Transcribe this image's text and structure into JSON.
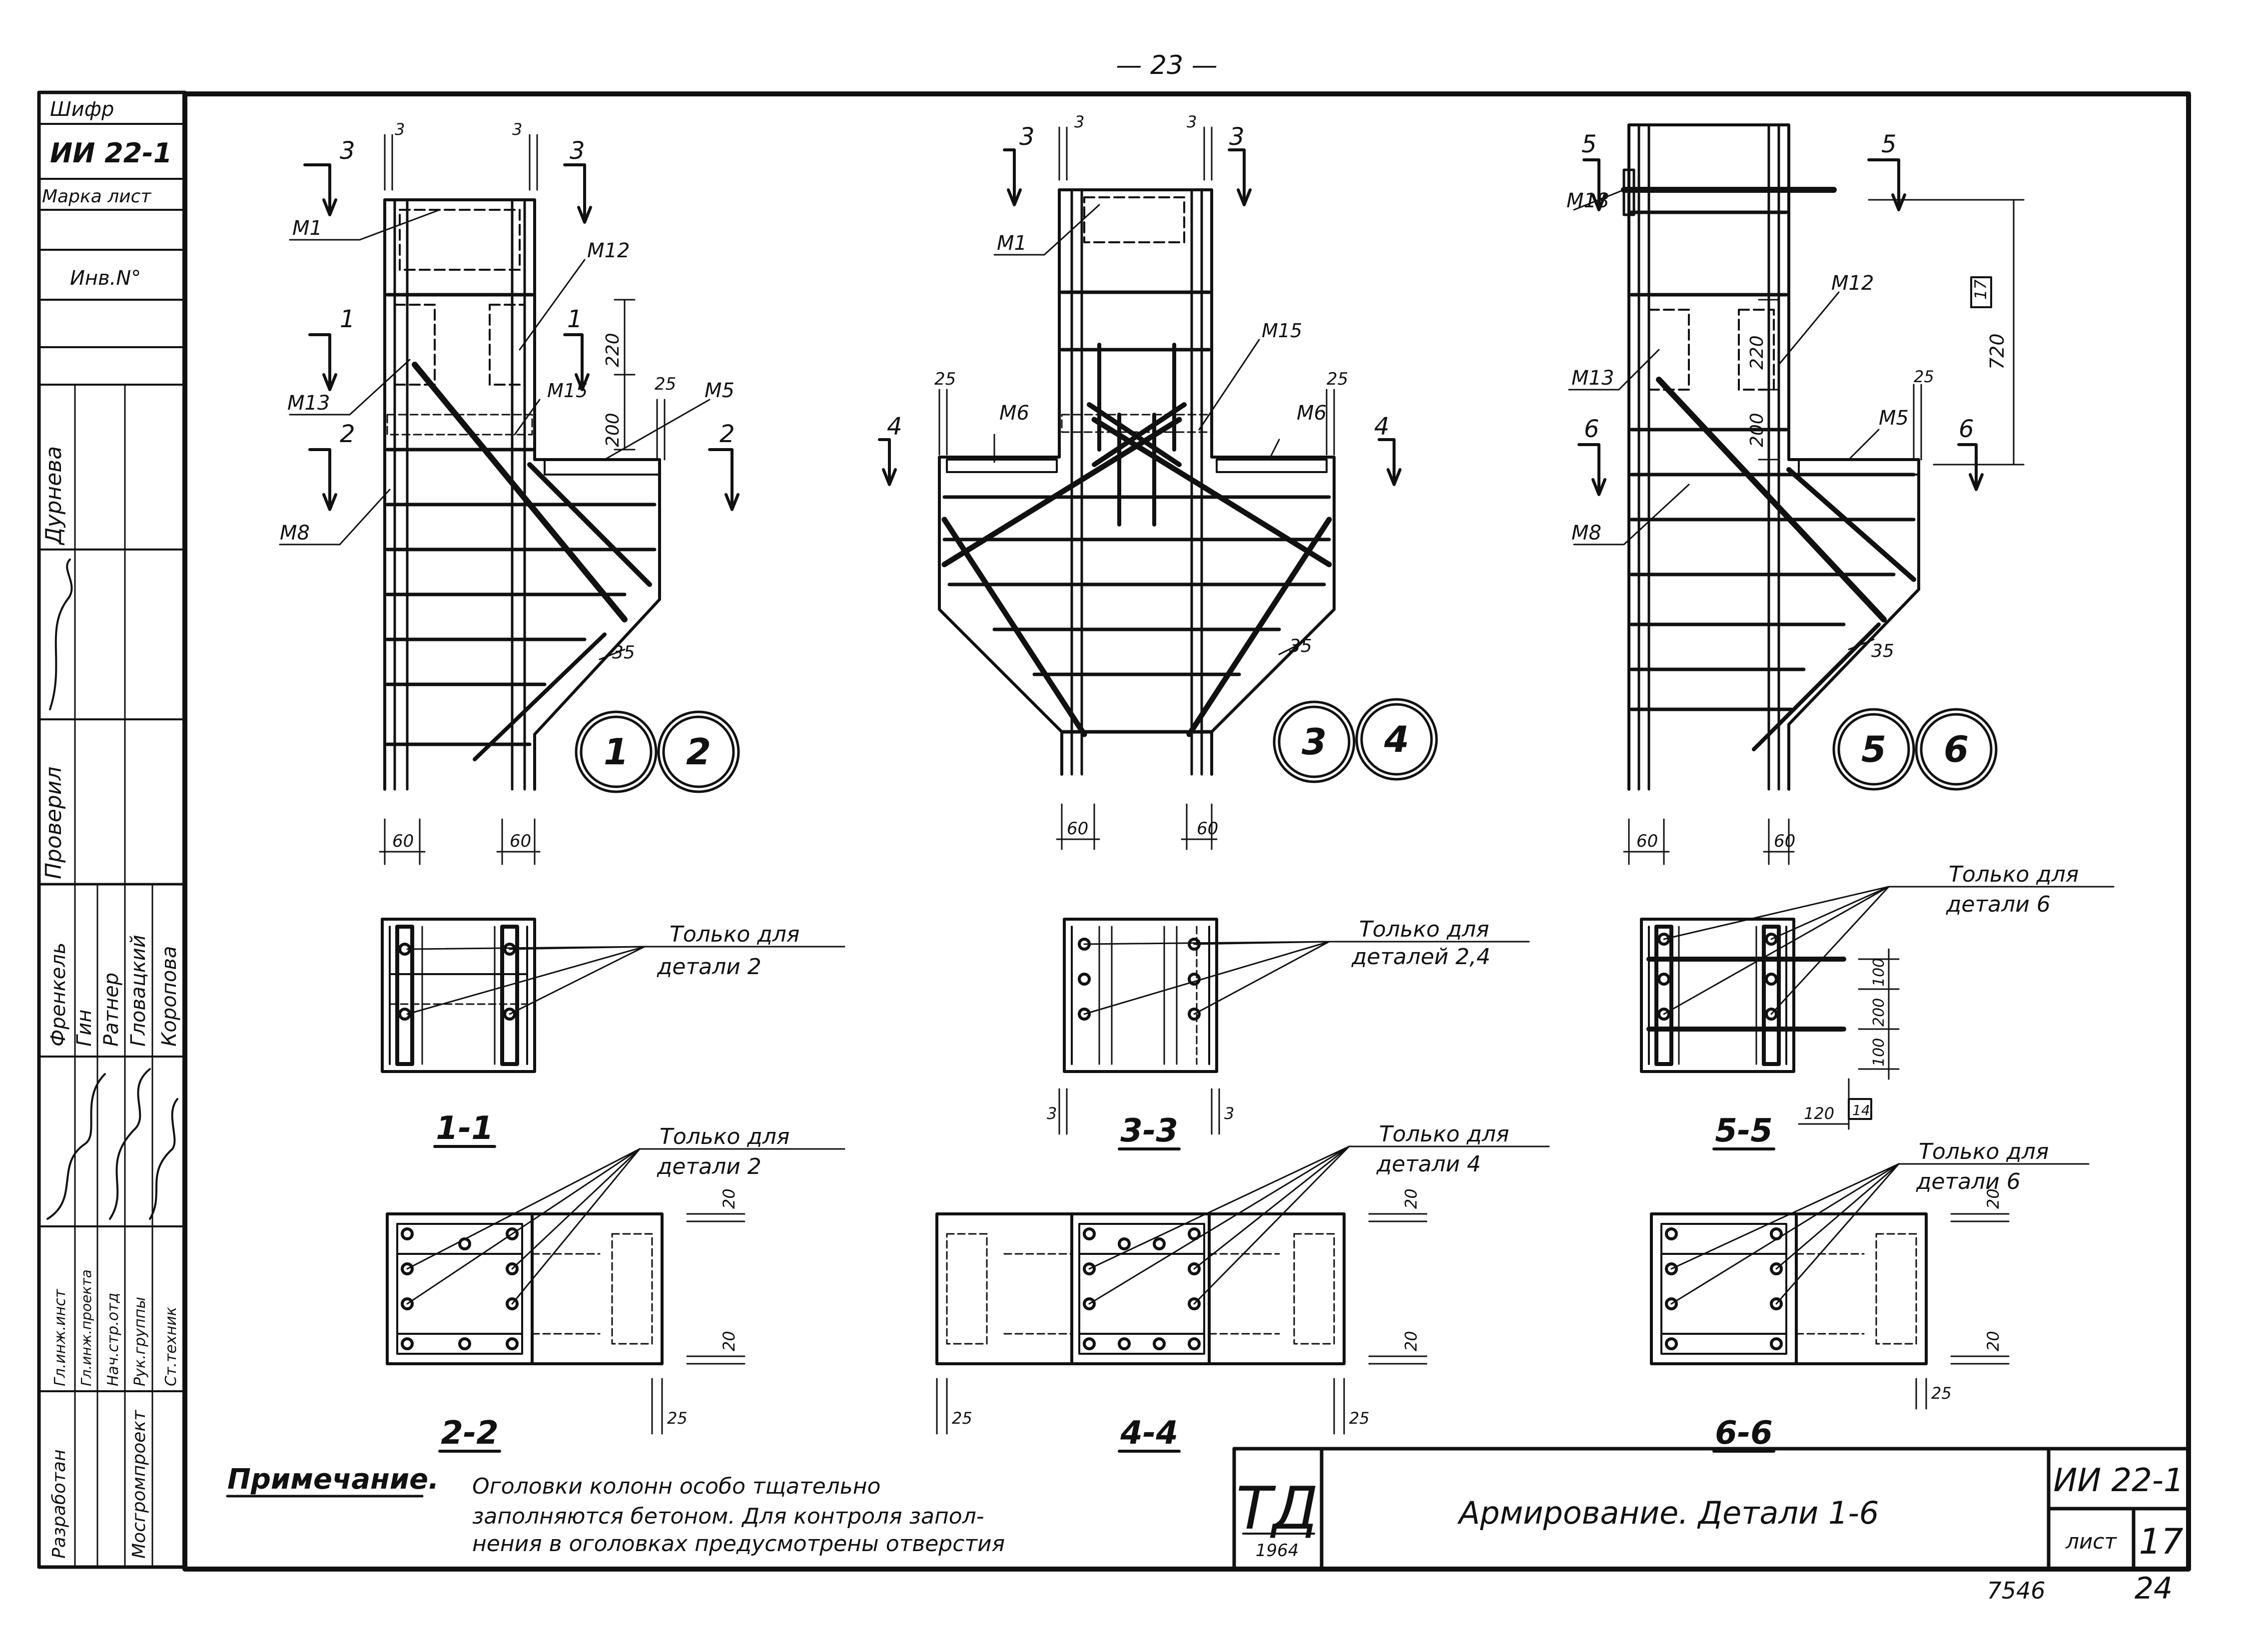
{
  "page_number": "— 23 —",
  "side_stamp": {
    "shifr_label": "Шифр",
    "shifr_value": "ИИ 22-1",
    "marka_list": "Марка лист",
    "inv_no": "Инв.N°",
    "roles": [
      "Гл.инж.инст",
      "Гл.инж.проекта",
      "Нач.стр.отд",
      "Рук.группы",
      "Ст.техник"
    ],
    "names": [
      "Френкель",
      "Гин",
      "Ратнер",
      "Гловацкий",
      "Коропова"
    ],
    "razrabotan": "Разработан",
    "org": "Мосгромпроект",
    "proveril": "Проверил",
    "dyrneva": "Дурнева"
  },
  "note": {
    "title": "Примечание.",
    "line1": "Оголовки колонн особо тщательно",
    "line2": "заполняются бетоном. Для контроля запол-",
    "line3": "нения в оголовках предусмотрены отверстия"
  },
  "title_block": {
    "logo": "ТД",
    "year": "1964",
    "title": "Армирование. Детали 1-6",
    "code": "ИИ 22-1",
    "list_label": "лист",
    "list_no": "17",
    "bottom_left": "7546",
    "bottom_right": "24"
  },
  "details": {
    "d1": "1",
    "d2": "2",
    "d3": "3",
    "d4": "4",
    "d5": "5",
    "d6": "6"
  },
  "marks": {
    "m1": "М1",
    "m12": "М12",
    "m13": "М13",
    "m15": "М15",
    "m5": "М5",
    "m6": "М6",
    "m8": "М8",
    "m18": "М18"
  },
  "dims": {
    "d3": "3",
    "d220": "220",
    "d200": "200",
    "d25": "25",
    "d35": "35",
    "d60": "60",
    "d720": "720",
    "d100": "100",
    "d120": "120",
    "d20": "20",
    "box17": "17",
    "box14": "14"
  },
  "sections": {
    "s1": "1-1",
    "s2": "2-2",
    "s3": "3-3",
    "s4": "4-4",
    "s5": "5-5",
    "s6": "6-6"
  },
  "cut_labels": {
    "c1": "1",
    "c2": "2",
    "c3": "3",
    "c4": "4",
    "c5": "5",
    "c6": "6"
  },
  "callouts": {
    "only_for": "Только для",
    "detail2": "детали 2",
    "details24": "деталей 2,4",
    "detail4": "детали 4",
    "detail6": "детали 6"
  }
}
